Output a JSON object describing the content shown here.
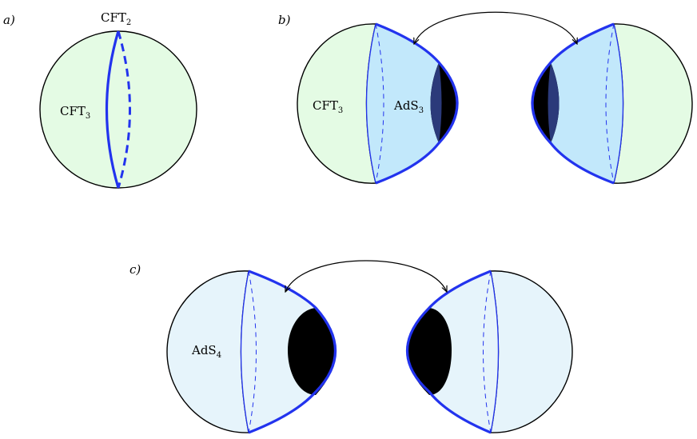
{
  "panels": {
    "a": {
      "label": "a)",
      "boundary_label": {
        "main": "CFT",
        "sub": "2"
      },
      "bulk_label": {
        "main": "CFT",
        "sub": "3"
      }
    },
    "b": {
      "label": "b)",
      "left_label": {
        "main": "CFT",
        "sub": "3"
      },
      "middle_label": {
        "main": "AdS",
        "sub": "3"
      }
    },
    "c": {
      "label": "c)",
      "bulk_label": {
        "main": "AdS",
        "sub": "4"
      }
    }
  },
  "colors": {
    "cft_green": "#e4fbe4",
    "ads3_blue": "#c2e8fb",
    "ads4_blue": "#e6f4fb",
    "brane_blue": "#2233ee",
    "dark_navy": "#2b3a7a",
    "black": "#000000",
    "outline": "#000000"
  }
}
